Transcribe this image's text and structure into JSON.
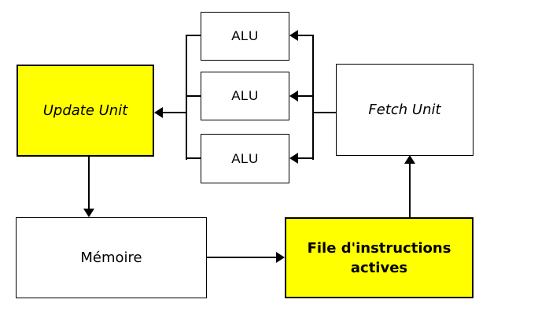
{
  "diagram": {
    "type": "block-diagram",
    "background": "#ffffff",
    "colors": {
      "highlight_fill": "#ffff00",
      "default_fill": "#ffffff",
      "line": "#000000",
      "text": "#000000"
    },
    "boxes": {
      "alu1": {
        "label": "ALU",
        "fill": "#ffffff"
      },
      "alu2": {
        "label": "ALU",
        "fill": "#ffffff"
      },
      "alu3": {
        "label": "ALU",
        "fill": "#ffffff"
      },
      "update_unit": {
        "label": "Update Unit",
        "fill": "#ffff00"
      },
      "fetch_unit": {
        "label": "Fetch Unit",
        "fill": "#ffffff"
      },
      "memoire": {
        "label": "Mémoire",
        "fill": "#ffffff"
      },
      "file_instructions": {
        "label": "File d'instructions actives",
        "lines": [
          "File d'instructions",
          "actives"
        ],
        "fill": "#ffff00"
      }
    },
    "connections": [
      {
        "from": "fetch_unit",
        "to": "alu1"
      },
      {
        "from": "fetch_unit",
        "to": "alu2"
      },
      {
        "from": "fetch_unit",
        "to": "alu3"
      },
      {
        "from": "alu1",
        "to": "update_unit"
      },
      {
        "from": "alu2",
        "to": "update_unit"
      },
      {
        "from": "alu3",
        "to": "update_unit"
      },
      {
        "from": "update_unit",
        "to": "memoire"
      },
      {
        "from": "memoire",
        "to": "file_instructions"
      },
      {
        "from": "file_instructions",
        "to": "fetch_unit"
      }
    ]
  }
}
